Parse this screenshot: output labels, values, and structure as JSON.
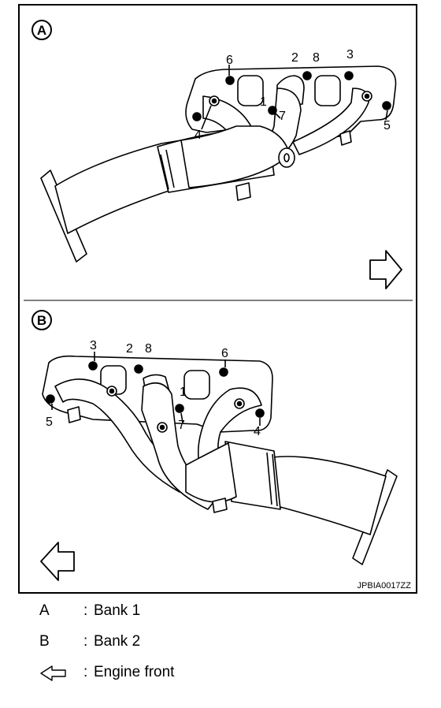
{
  "panels": {
    "A": {
      "letter": "A",
      "callouts": {
        "c6": "6",
        "c2": "2",
        "c8": "8",
        "c3": "3",
        "c1": "1",
        "c7": "7",
        "c4": "4",
        "c5": "5"
      }
    },
    "B": {
      "letter": "B",
      "callouts": {
        "c3": "3",
        "c2": "2",
        "c8": "8",
        "c6": "6",
        "c1": "1",
        "c5": "5",
        "c7": "7",
        "c4": "4"
      }
    }
  },
  "figure_code": "JPBIA0017ZZ",
  "legend": [
    {
      "key": "A",
      "separator": ":",
      "text": "Bank 1"
    },
    {
      "key": "B",
      "separator": ":",
      "text": "Bank 2"
    },
    {
      "key_icon": "hollow-left-arrow-icon",
      "separator": ":",
      "text": "Engine front"
    }
  ]
}
